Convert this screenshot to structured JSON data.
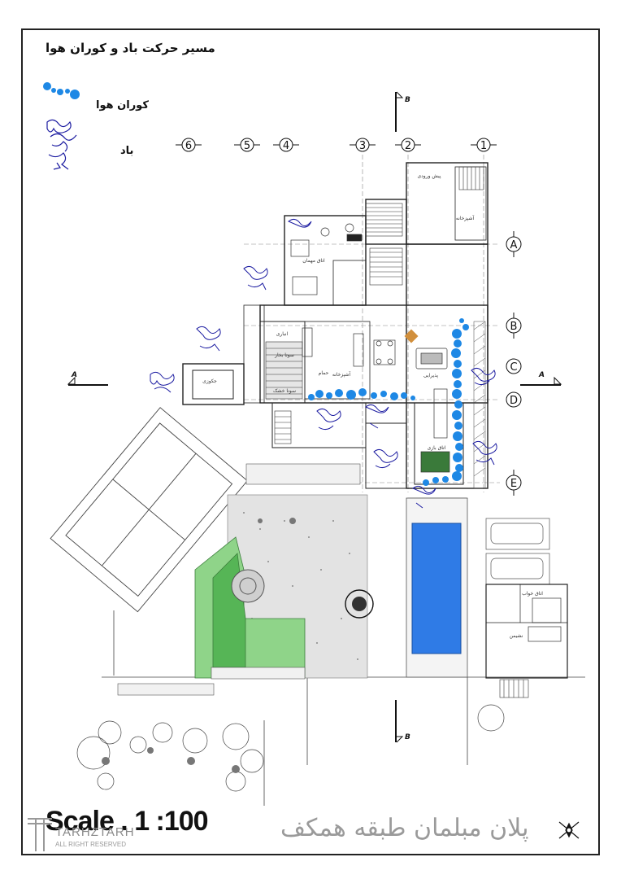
{
  "title": "مسیر حرکت باد و کوران هوا",
  "legend": {
    "air_label": "کوران هوا",
    "wind_label": "باد",
    "air_color": "#1e88e5",
    "wind_color": "#1a1aa0"
  },
  "grid": {
    "columns": [
      "6",
      "5",
      "4",
      "3",
      "2",
      "1"
    ],
    "rows": [
      "A",
      "B",
      "C",
      "D",
      "E"
    ]
  },
  "sections": {
    "a_left": "A",
    "a_right": "A",
    "b_top": "B",
    "b_bottom": "B"
  },
  "rooms": {
    "entrance": "پیش ورودی",
    "kitchen_top": "آشپزخانه",
    "guest": "اتاق مهمان",
    "storage": "انباری",
    "sauna": "سونا بخار",
    "sauna2": "سونا خشک",
    "kitchen": "آشپزخانه",
    "bath": "حمام",
    "jacuzzi": "جکوزی",
    "dining": "پذیرایی",
    "game": "اتاق بازی",
    "bedroom": "اتاق خواب",
    "living": "نشیمن"
  },
  "scale_text": "Scale . 1 :100",
  "plan_title": "پلان مبلمان طبقه همکف",
  "logo": {
    "name": "TARHZTARH",
    "tagline": "ALL RIGHT RESERVED"
  },
  "colors": {
    "pool": "#2f7be6",
    "lawn": "#7fcf78",
    "lawn_dark": "#4caf50"
  }
}
